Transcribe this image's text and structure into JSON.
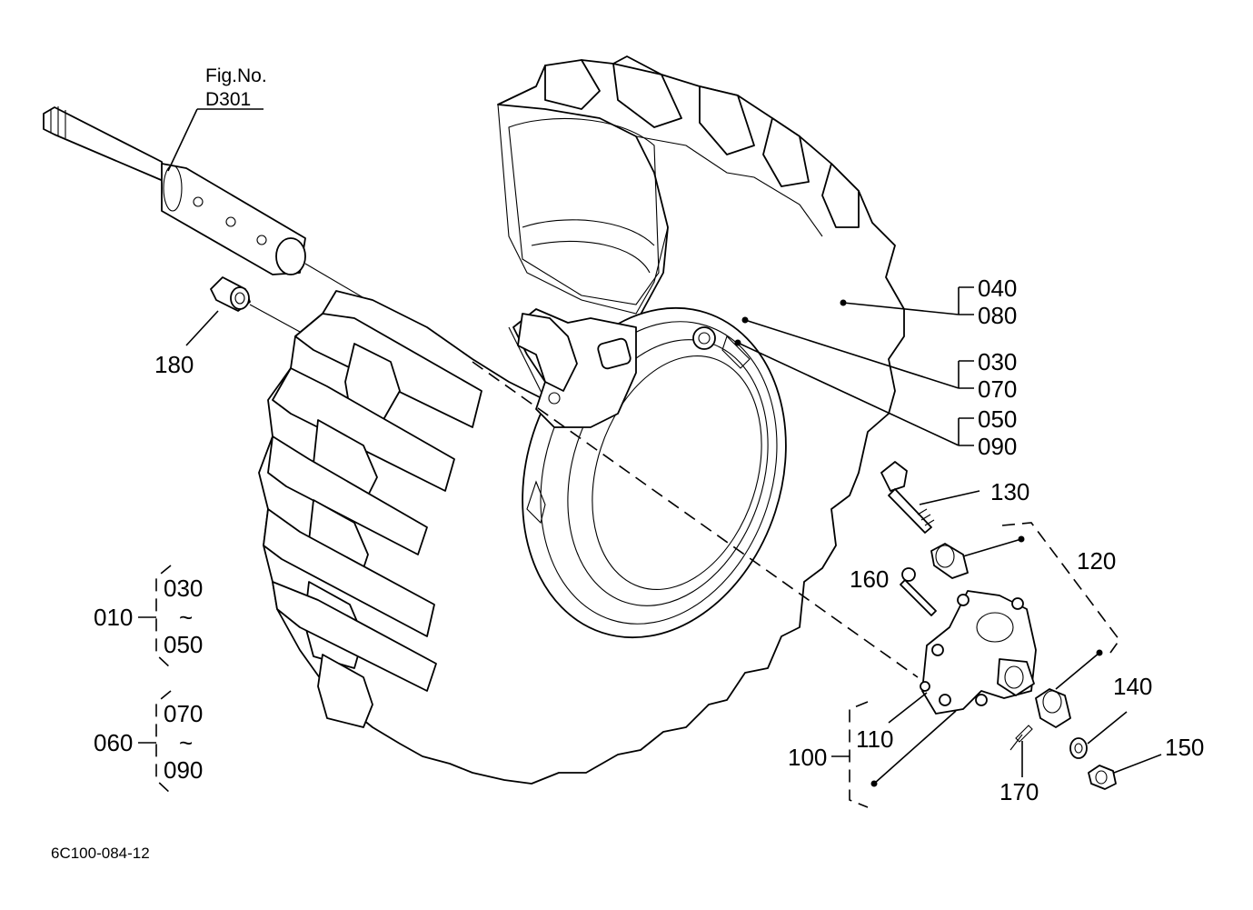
{
  "figure": {
    "fig_no_label": "Fig.No.",
    "fig_no_value": "D301",
    "drawing_code": "6C100-084-12"
  },
  "callouts": {
    "p040": "040",
    "p080": "080",
    "p030": "030",
    "p070": "070",
    "p050": "050",
    "p090": "090",
    "p130": "130",
    "p120": "120",
    "p160": "160",
    "p140": "140",
    "p150": "150",
    "p100": "100",
    "p110": "110",
    "p170": "170",
    "p180": "180"
  },
  "assemblies": {
    "a010": {
      "id": "010",
      "from": "030",
      "sep": "~",
      "to": "050"
    },
    "a060": {
      "id": "060",
      "from": "070",
      "sep": "~",
      "to": "090"
    }
  }
}
